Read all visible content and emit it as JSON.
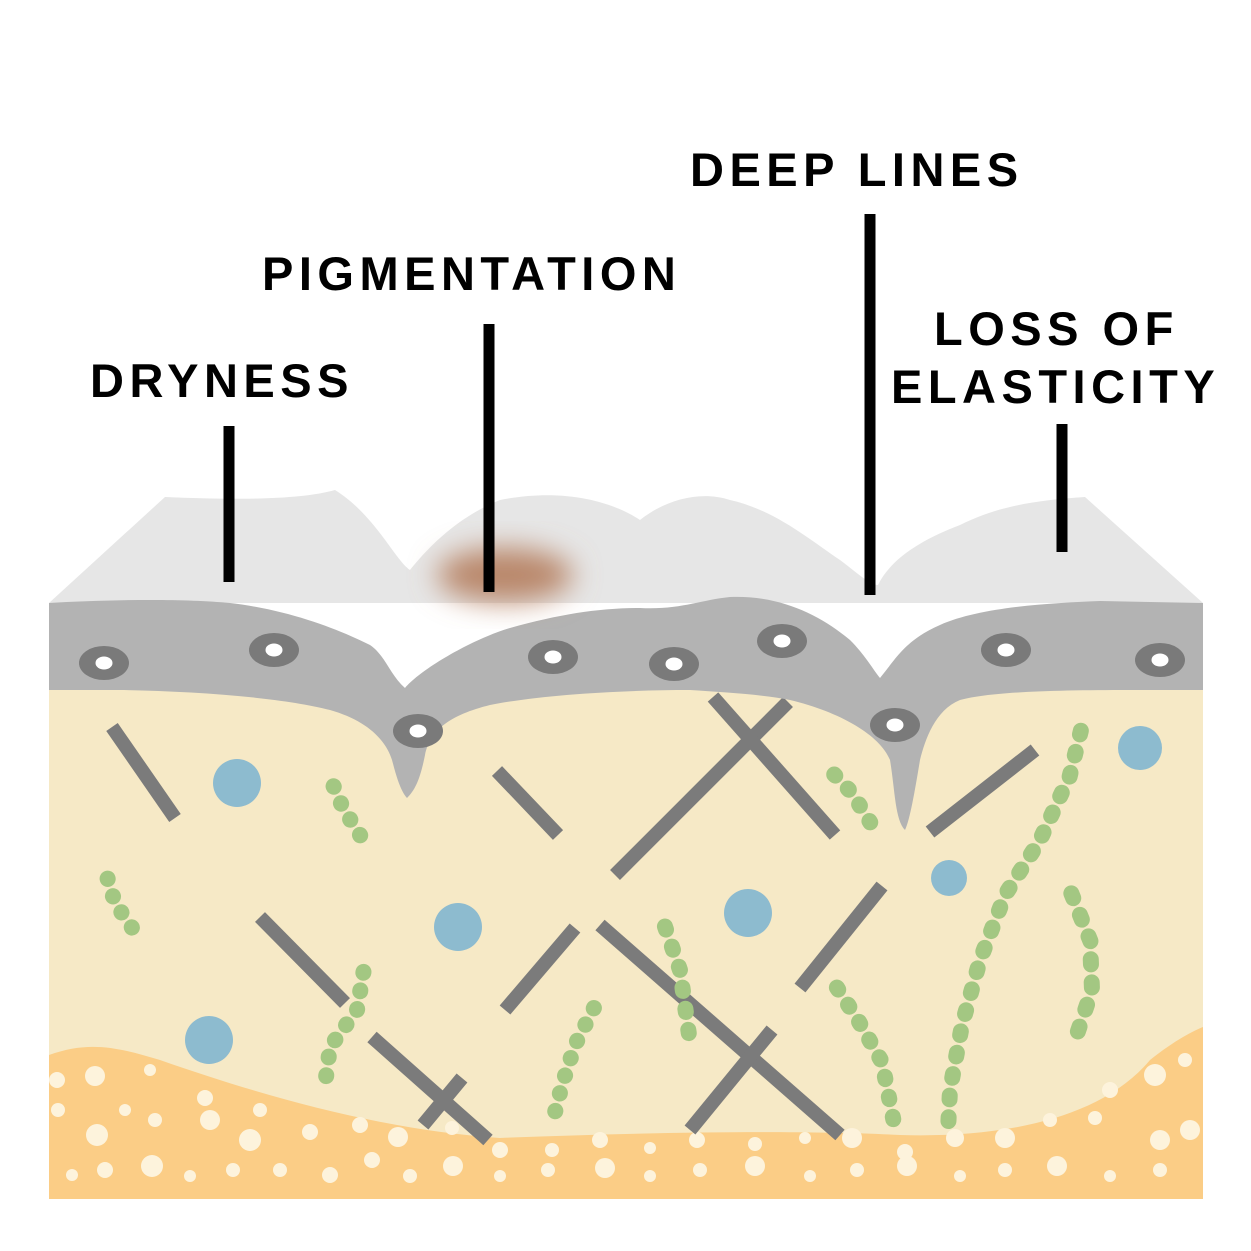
{
  "labels": {
    "dryness": "DRYNESS",
    "pigmentation": "PIGMENTATION",
    "deep_lines": "DEEP LINES",
    "loss_of_elasticity_line1": "LOSS OF",
    "loss_of_elasticity_line2": "ELASTICITY"
  },
  "colors": {
    "background": "#ffffff",
    "stratum_corneum": "#e6e6e6",
    "epidermis": "#b3b3b3",
    "cell": "#7a7a7a",
    "dermis": "#f6e9c6",
    "fat_layer": "#fbcd86",
    "fat_globule": "#fdf3dc",
    "collagen": "#7b7b7b",
    "elastin": "#a3c782",
    "hyaluronic": "#8dbbcf",
    "pigment": "#b9876a",
    "leader_line": "#000000"
  },
  "icons": {
    "cell": "epidermal-cell-icon",
    "collagen": "collagen-fiber-icon",
    "elastin": "elastin-fiber-icon",
    "hyaluronic": "hyaluronic-droplet-icon",
    "fat": "fat-globule-icon"
  }
}
